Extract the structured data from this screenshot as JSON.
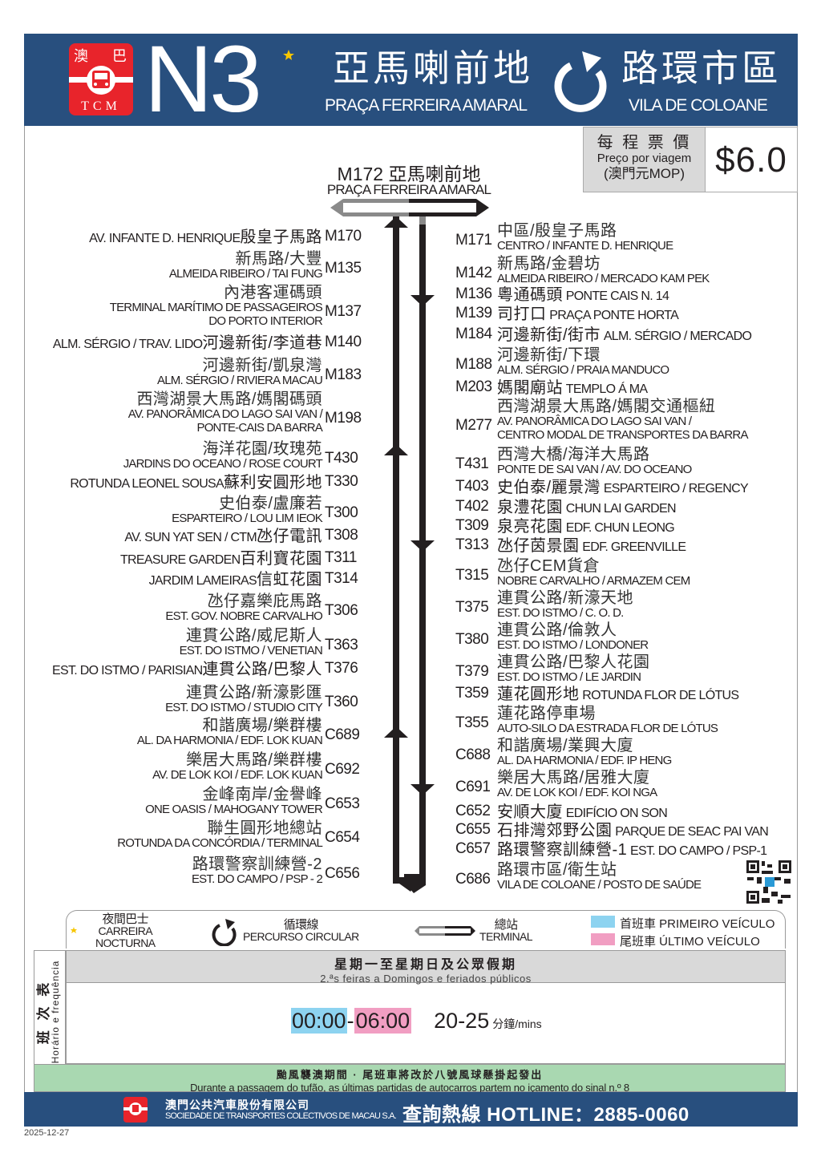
{
  "header": {
    "logo_top_left": "澳",
    "logo_top_right": "巴",
    "logo_bottom": "TCM",
    "route": "N3",
    "origin_zh": "亞馬喇前地",
    "origin_pt": "PRAÇA FERREIRA AMARAL",
    "destination_zh": "路環市區",
    "destination_pt": "VILA DE COLOANE",
    "night_icon": "moon-star-icon",
    "circular_icon": "circular-arrow-icon"
  },
  "fare": {
    "label_zh": "每 程 票 價",
    "label_pt": "Preço por viagem",
    "currency": "(澳門元MOP)",
    "price": "$6.0"
  },
  "terminal": {
    "code_zh": "M172 亞馬喇前地",
    "pt": "PRAÇA FERREIRA AMARAL"
  },
  "left_stops": [
    {
      "code": "M170",
      "inline": "AV. INFANTE D. HENRIQUE",
      "zh": "殷皇子馬路"
    },
    {
      "code": "M135",
      "zh": "新馬路/大豐",
      "pt": [
        "ALMEIDA RIBEIRO / TAI FUNG"
      ]
    },
    {
      "code": "M137",
      "zh": "內港客運碼頭",
      "pt": [
        "TERMINAL MARÍTIMO DE PASSAGEIROS",
        "DO PORTO INTERIOR"
      ]
    },
    {
      "code": "M140",
      "inline": "ALM. SÉRGIO / TRAV. LIDO",
      "zh": "河邊新街/李道巷"
    },
    {
      "code": "M183",
      "zh": "河邊新街/凱泉灣",
      "pt": [
        "ALM. SÉRGIO / RIVIERA MACAU"
      ]
    },
    {
      "code": "M198",
      "zh": "西灣湖景大馬路/媽閣碼頭",
      "pt": [
        "AV. PANORÂMICA DO LAGO SAI VAN /",
        "PONTE-CAIS DA BARRA"
      ]
    },
    {
      "code": "T430",
      "zh": "海洋花園/玫瑰苑",
      "pt": [
        "JARDINS DO OCEANO / ROSE COURT"
      ]
    },
    {
      "code": "T330",
      "inline": "ROTUNDA LEONEL SOUSA",
      "zh": "蘇利安圓形地"
    },
    {
      "code": "T300",
      "zh": "史伯泰/盧廉若",
      "pt": [
        "ESPARTEIRO / LOU LIM IEOK"
      ]
    },
    {
      "code": "T308",
      "inline": "AV. SUN YAT SEN / CTM",
      "zh": "氹仔電訊"
    },
    {
      "code": "T311",
      "inline": "TREASURE GARDEN",
      "zh": "百利寶花園"
    },
    {
      "code": "T314",
      "inline": "JARDIM LAMEIRAS",
      "zh": "信虹花園"
    },
    {
      "code": "T306",
      "zh": "氹仔嘉樂庇馬路",
      "pt": [
        "EST. GOV. NOBRE CARVALHO"
      ]
    },
    {
      "code": "T363",
      "zh": "連貫公路/威尼斯人",
      "pt": [
        "EST. DO ISTMO / VENETIAN"
      ]
    },
    {
      "code": "T376",
      "inline": "EST. DO ISTMO / PARISIAN",
      "zh": "連貫公路/巴黎人"
    },
    {
      "code": "T360",
      "zh": "連貫公路/新濠影匯",
      "pt": [
        "EST. DO ISTMO / STUDIO CITY"
      ]
    },
    {
      "code": "C689",
      "zh": "和諧廣場/樂群樓",
      "pt": [
        "AL. DA HARMONIA / EDF. LOK KUAN"
      ]
    },
    {
      "code": "C692",
      "zh": "樂居大馬路/樂群樓",
      "pt": [
        "AV. DE LOK KOI / EDF. LOK KUAN"
      ]
    },
    {
      "code": "C653",
      "zh": "金峰南岸/金譽峰",
      "pt": [
        "ONE OASIS / MAHOGANY TOWER"
      ]
    },
    {
      "code": "C654",
      "zh": "聯生圓形地總站",
      "pt": [
        "ROTUNDA DA CONCÓRDIA / TERMINAL"
      ]
    },
    {
      "code": "C656",
      "zh": "路環警察訓練營-2",
      "pt": [
        "EST. DO CAMPO / PSP - 2"
      ]
    }
  ],
  "right_stops": [
    {
      "code": "M171",
      "zh": "中區/殷皇子馬路",
      "pt": [
        "CENTRO / INFANTE D. HENRIQUE"
      ]
    },
    {
      "code": "M142",
      "zh": "新馬路/金碧坊",
      "pt": [
        "ALMEIDA RIBEIRO / MERCADO KAM PEK"
      ]
    },
    {
      "code": "M136",
      "zh": "粵通碼頭",
      "inline": "PONTE CAIS N. 14"
    },
    {
      "code": "M139",
      "zh": "司打口",
      "inline": "PRAÇA PONTE HORTA"
    },
    {
      "code": "M184",
      "zh": "河邊新街/街市",
      "inline": "ALM. SÉRGIO / MERCADO"
    },
    {
      "code": "M188",
      "zh": "河邊新街/下環",
      "pt": [
        "ALM. SÉRGIO / PRAIA MANDUCO"
      ]
    },
    {
      "code": "M203",
      "zh": "媽閣廟站",
      "inline": "TEMPLO Á MA"
    },
    {
      "code": "M277",
      "zh": "西灣湖景大馬路/媽閣交通樞紐",
      "pt": [
        "AV. PANORÂMICA DO LAGO SAI VAN /",
        "CENTRO MODAL DE TRANSPORTES DA BARRA"
      ]
    },
    {
      "code": "T431",
      "zh": "西灣大橋/海洋大馬路",
      "pt": [
        "PONTE DE SAI VAN / AV. DO OCEANO"
      ]
    },
    {
      "code": "T403",
      "zh": "史伯泰/麗景灣",
      "inline": "ESPARTEIRO / REGENCY"
    },
    {
      "code": "T402",
      "zh": "泉澧花園",
      "inline": "CHUN LAI GARDEN"
    },
    {
      "code": "T309",
      "zh": "泉亮花園",
      "inline": "EDF. CHUN LEONG"
    },
    {
      "code": "T313",
      "zh": "氹仔茵景園",
      "inline": "EDF. GREENVILLE"
    },
    {
      "code": "T315",
      "zh": "氹仔CEM貨倉",
      "pt": [
        "NOBRE CARVALHO / ARMAZEM CEM"
      ]
    },
    {
      "code": "T375",
      "zh": "連貫公路/新濠天地",
      "pt": [
        "EST. DO ISTMO / C. O. D."
      ]
    },
    {
      "code": "T380",
      "zh": "連貫公路/倫敦人",
      "pt": [
        "EST. DO ISTMO / LONDONER"
      ]
    },
    {
      "code": "T379",
      "zh": "連貫公路/巴黎人花園",
      "pt": [
        "EST. DO ISTMO / LE JARDIN"
      ]
    },
    {
      "code": "T359",
      "zh": "蓮花圓形地",
      "inline": "ROTUNDA FLOR DE LÓTUS"
    },
    {
      "code": "T355",
      "zh": "蓮花路停車場",
      "pt": [
        "AUTO-SILO DA ESTRADA FLOR DE LÓTUS"
      ]
    },
    {
      "code": "C688",
      "zh": "和諧廣場/業興大廈",
      "pt": [
        "AL. DA HARMONIA / EDF. IP HENG"
      ]
    },
    {
      "code": "C691",
      "zh": "樂居大馬路/居雅大廈",
      "pt": [
        "AV. DE LOK KOI / EDF. KOI NGA"
      ]
    },
    {
      "code": "C652",
      "zh": "安順大廈",
      "inline": "EDIFÍCIO ON SON"
    },
    {
      "code": "C655",
      "zh": "石排灣郊野公園",
      "inline": "PARQUE DE SEAC PAI VAN"
    },
    {
      "code": "C657",
      "zh": "路環警察訓練營-1",
      "inline": "EST. DO CAMPO / PSP-1"
    },
    {
      "code": "C686",
      "zh": "路環市區/衛生站",
      "pt": [
        "VILA DE COLOANE / POSTO DE SAÚDE"
      ]
    }
  ],
  "legend": {
    "night_zh": "夜間巴士",
    "night_pt1": "CARREIRA",
    "night_pt2": "NOCTURNA",
    "circular_zh": "循環線",
    "circular_pt": "PERCURSO CIRCULAR",
    "terminal_zh": "總站",
    "terminal_pt": "TERMINAL",
    "first_label": "首班車 PRIMEIRO VEÍCULO",
    "last_label": "尾班車 ÚLTIMO VEÍCULO",
    "first_color": "#8dd3f0",
    "last_color": "#f19ec2"
  },
  "schedule": {
    "side_zh": "班 次 表",
    "side_pt": "Horário e frequência",
    "days_zh": "星期一至星期日及公眾假期",
    "days_pt": "2.ªs feiras a Domingos e feriados públicos",
    "first": "00:00",
    "dash": "-",
    "last": "06:00",
    "frequency": "20-25",
    "unit": "分鐘/mins"
  },
  "notice": {
    "zh": "颱風襲澳期間 · 尾班車將改於八號風球懸掛起發出",
    "pt": "Durante a passagem do tufão, as últimas partidas de autocarros partem no içamento do sinal n.º 8"
  },
  "footer": {
    "company_zh": "澳門公共汽車股份有限公司",
    "company_pt": "SOCIEDADE DE TRANSPORTES COLECTIVOS DE MACAU S.A.",
    "hotline": "查詢熱線 HOTLINE：2885-0060"
  },
  "date": "2025-12-27",
  "colors": {
    "header_blue": "#284f7e",
    "logo_red": "#e8242b",
    "fare_gray": "#d9d9d9",
    "notice_green": "#a9d8b1",
    "moon": "#f7c600"
  }
}
